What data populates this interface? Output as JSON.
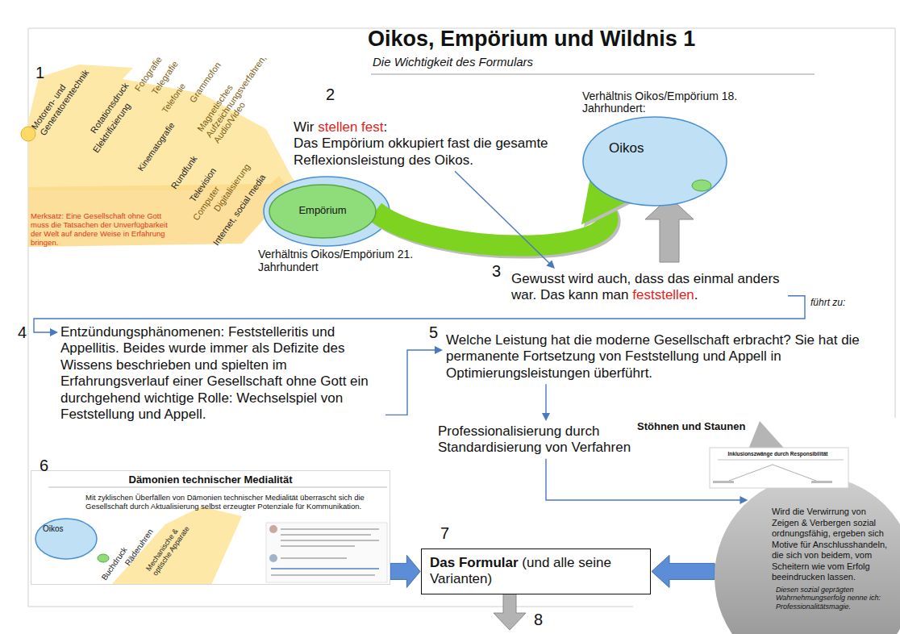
{
  "diagram": {
    "title": "Oikos, Empörium und Wildnis 1",
    "nodes": [
      {
        "text": [
          "Empörium"
        ]
      },
      {
        "text": [
          "Wir",
          "stellen fest",
          ":",
          "Das Empörium okkupiert fast die gesamte Reflexionsleistung des Oikos."
        ]
      },
      {
        "text": [
          "Oikos"
        ]
      },
      {
        "text": [
          "Gewusst wird auch, dass das einmal anders war. Das kann man",
          "feststellen",
          "."
        ]
      },
      {
        "text": [
          "Entzündungsphänomenen: Feststelleritis und Appellitis. Beides wurde immer als Defizite des Wissens beschrieben und spielten im Erfahrungsverlauf einer Gesellschaft ohne Gott ein durchgehend wichtige Rolle: Wechselspiel von Feststellung und Appell."
        ]
      },
      {
        "text": [
          "Welche Leistung hat die moderne Gesellschaft erbracht? Sie hat die permanente Fortsetzung von Feststellung und Appell in Optimierungsleistungen überführt."
        ]
      },
      {
        "text": [
          "Professionalisierung durch Standardisierung von Verfahren"
        ]
      },
      {
        "text": [
          "Dämonien technischer Medialität",
          "Mit zyklischen Überfällen von Dämonien technischer Medialität überrascht sich die Gesellschaft durch Aktualisierung selbst erzeugter Potenziale für Kommunikation."
        ]
      },
      {
        "text": [
          "Oikos"
        ],
        "in": 7
      },
      {
        "text": [
          "Das Formular",
          "(und alle seine Varianten)"
        ]
      },
      {
        "text": [
          "Wird die Verwirrung von Zeigen & Verbergen sozial ordnungsfähig, ergeben sich Motive für Anschlusshandeln, die sich von beidem, vom Scheitern wie vom Erfolg beeindrucken lassen.",
          "Diesen sozial geprägten Wahrnehmungserfolg nenne ich: Professionalitätsmagie."
        ]
      }
    ],
    "edges": [
      {
        "from": 0,
        "to": 2,
        "arrow": "to"
      },
      {
        "from": 1,
        "to": 3,
        "arrow": "to"
      },
      {
        "from": 3,
        "to": 4,
        "arrow": "to",
        "label": "führt zu:"
      },
      {
        "from": 4,
        "to": 5,
        "arrow": "to"
      },
      {
        "from": 5,
        "to": 6,
        "arrow": "to"
      },
      {
        "from": 6,
        "to": 10,
        "arrow": "to"
      },
      {
        "from": 7,
        "to": 9,
        "arrow": "to"
      },
      {
        "from": 10,
        "to": 9,
        "arrow": "to"
      }
    ],
    "labels": [
      "1",
      "2",
      "3",
      "4",
      "5",
      "6",
      "7",
      "8",
      "Die Wichtigkeit des Formulars",
      "Motoren- und Generatorentechnik",
      "Rotationsdruck",
      "Fotografie",
      "Elektrifizierung",
      "Telegrafie",
      "Kinematografie",
      "Telefonie",
      "Grammofon",
      "Rundfunk",
      "Magnetisches Aufzeichnungsverfahren, Audio/Video",
      "Television",
      "Computer",
      "Digitalisierung",
      "Internet, social media",
      "Merksatz: Eine Gesellschaft ohne Gott muss die Tatsachen der Unverfügbarkeit der Welt auf andere Weise in Erfahrung bringen.",
      "Verhältnis Oikos/Empörium 21. Jahrhundert",
      "Verhältnis Oikos/Empörium 18. Jahrhundert:",
      "Stöhnen und Staunen",
      "Inklusionszwänge durch Responsibilität",
      "Buchdruck",
      "Räderuhren",
      "Mechanische & optische Apparate"
    ]
  }
}
